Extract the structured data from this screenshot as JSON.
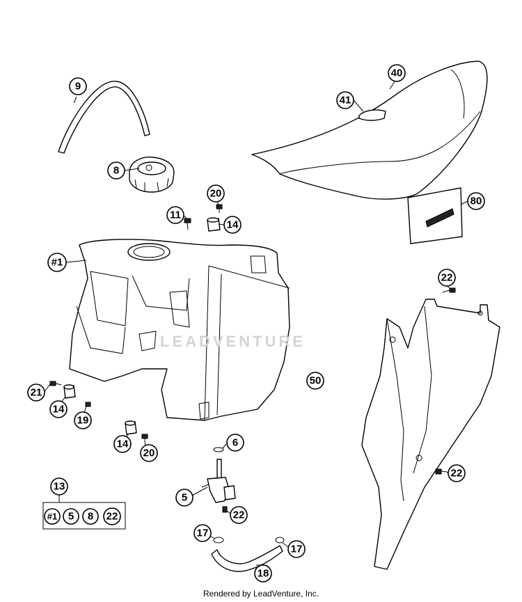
{
  "callouts": [
    {
      "id": "c9",
      "label": "9"
    },
    {
      "id": "c8",
      "label": "8"
    },
    {
      "id": "c40",
      "label": "40"
    },
    {
      "id": "c41",
      "label": "41"
    },
    {
      "id": "c20a",
      "label": "20"
    },
    {
      "id": "c11",
      "label": "11"
    },
    {
      "id": "c14a",
      "label": "14"
    },
    {
      "id": "c80",
      "label": "80"
    },
    {
      "id": "c1",
      "label": "#1"
    },
    {
      "id": "c22a",
      "label": "22"
    },
    {
      "id": "c50",
      "label": "50"
    },
    {
      "id": "c21",
      "label": "21"
    },
    {
      "id": "c14b",
      "label": "14"
    },
    {
      "id": "c19",
      "label": "19"
    },
    {
      "id": "c14c",
      "label": "14"
    },
    {
      "id": "c20b",
      "label": "20"
    },
    {
      "id": "c6",
      "label": "6"
    },
    {
      "id": "c5",
      "label": "5"
    },
    {
      "id": "c22b",
      "label": "22"
    },
    {
      "id": "c22c",
      "label": "22"
    },
    {
      "id": "c13",
      "label": "13"
    },
    {
      "id": "c17a",
      "label": "17"
    },
    {
      "id": "c17b",
      "label": "17"
    },
    {
      "id": "c18",
      "label": "18"
    }
  ],
  "kit": {
    "label": "13",
    "items": [
      "#1",
      "5",
      "8",
      "22"
    ]
  },
  "watermark": "LEADVENTURE",
  "footer": "Rendered by LeadVenture, Inc."
}
